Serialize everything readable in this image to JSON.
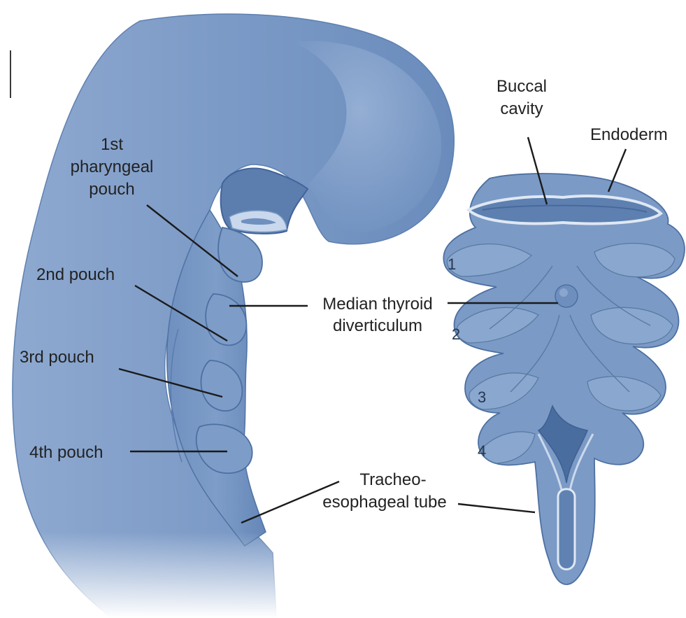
{
  "labels": {
    "first_pouch": [
      "1st",
      "pharyngeal",
      "pouch"
    ],
    "second_pouch": "2nd pouch",
    "third_pouch": "3rd pouch",
    "fourth_pouch": "4th pouch",
    "buccal_cavity": [
      "Buccal",
      "cavity"
    ],
    "endoderm": "Endoderm",
    "median_thyroid": [
      "Median thyroid",
      "diverticulum"
    ],
    "tracheo": [
      "Tracheo-",
      "esophageal tube"
    ]
  },
  "arch_numbers": [
    "1",
    "2",
    "3",
    "4"
  ],
  "colors": {
    "tissue_light": "#a9c1df",
    "tissue_mid": "#7d9cc6",
    "tissue_dark": "#5579a8",
    "outline": "#46679a",
    "rim_highlight": "#dfe8f3",
    "leader_line": "#1b1b1b"
  }
}
